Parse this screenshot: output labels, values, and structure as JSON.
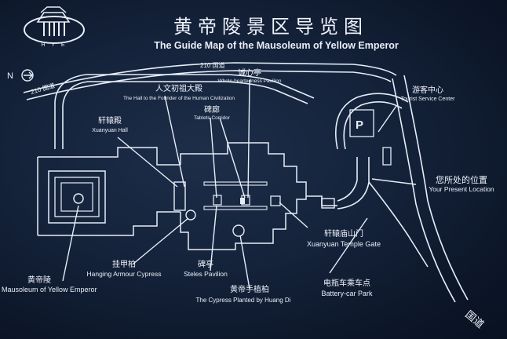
{
  "title_zh": "黄帝陵景区导览图",
  "title_en": "The Guide Map of the Mausoleum of Yellow Emperor",
  "logo_text": "H Y E",
  "road_210_label": "210 国道",
  "road_210_label_left": "210 国道",
  "north_label": "N",
  "labels": {
    "hall_founder_zh": "人文初祖大殿",
    "hall_founder_en": "The Hall to the Founder of the Human Civilization",
    "whole_heartedness_zh": "诚心亭",
    "whole_heartedness_en": "Whole-heartedness Pavilion",
    "xuanyuan_hall_zh": "轩辕殿",
    "xuanyuan_hall_en": "Xuanyuan Hall",
    "tablets_corridor_zh": "碑廊",
    "tablets_corridor_en": "Tablets Corridor",
    "tourist_center_zh": "游客中心",
    "tourist_center_en": "Tourist Service Center",
    "parking": "P",
    "present_location_zh": "您所处的位置",
    "present_location_en": "Your Present Location",
    "temple_gate_zh": "轩辕庙山门",
    "temple_gate_en": "Xuanyuan Temple Gate",
    "armour_cypress_zh": "挂甲柏",
    "armour_cypress_en": "Hanging Armour Cypress",
    "steles_pavilion_zh": "碑亭",
    "steles_pavilion_en": "Steles Pavilion",
    "planted_cypress_zh": "黄帝手植柏",
    "planted_cypress_en": "The Cypress Planted by Huang Di",
    "battery_car_zh": "电瓶车乘车点",
    "battery_car_en": "Battery-car Park",
    "mausoleum_zh": "黄帝陵",
    "mausoleum_en": "Mausoleum of Yellow Emperor",
    "road_right_zh": "国道"
  }
}
